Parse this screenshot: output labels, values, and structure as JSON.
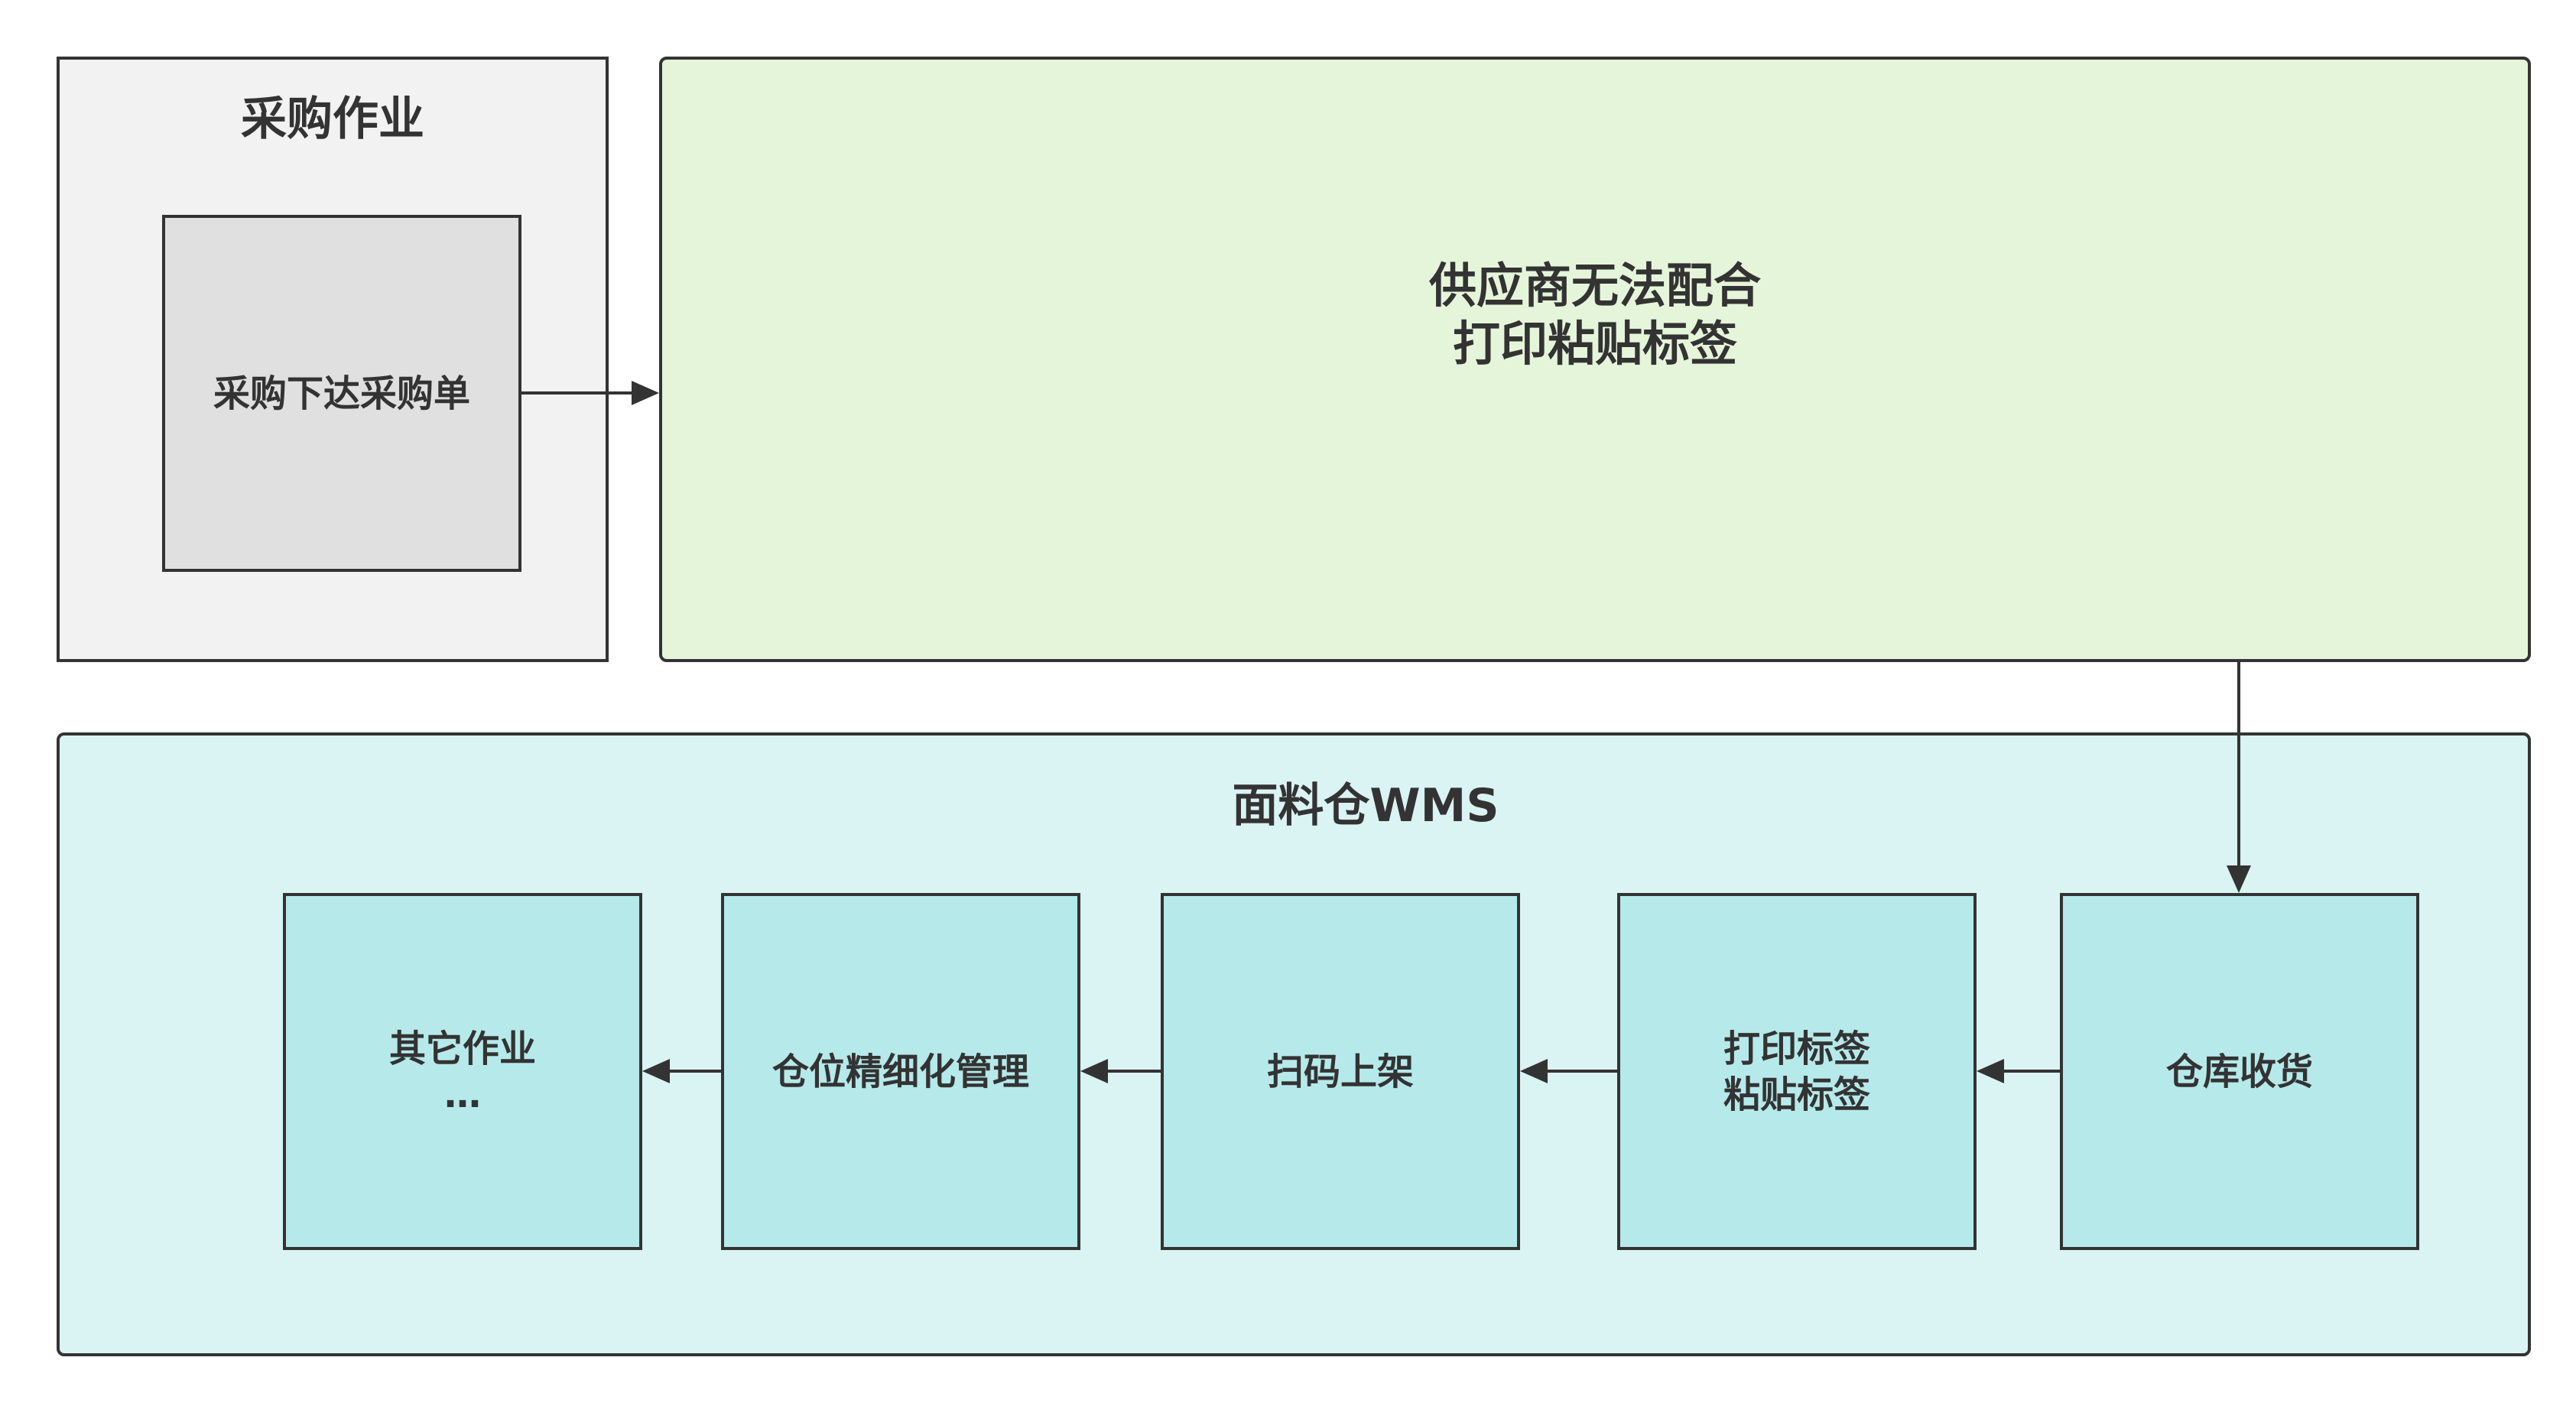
{
  "groups": {
    "purchasing": {
      "title": "采购作业"
    },
    "supplier": {
      "title": "供应商无法配合\n打印粘贴标签"
    },
    "wms": {
      "title": "面料仓WMS"
    }
  },
  "nodes": {
    "purchase_order": {
      "label": "采购下达采购单"
    },
    "receiving": {
      "label": "仓库收货"
    },
    "print_label": {
      "label": "打印标签\n粘贴标签"
    },
    "scan_shelve": {
      "label": "扫码上架"
    },
    "bin_management": {
      "label": "仓位精细化管理"
    },
    "other": {
      "label": "其它作业\n…"
    }
  },
  "edges": [
    {
      "from": "purchase_order",
      "to": "supplier"
    },
    {
      "from": "supplier",
      "to": "receiving"
    },
    {
      "from": "receiving",
      "to": "print_label"
    },
    {
      "from": "print_label",
      "to": "scan_shelve"
    },
    {
      "from": "scan_shelve",
      "to": "bin_management"
    },
    {
      "from": "bin_management",
      "to": "other"
    }
  ],
  "colors": {
    "purchasing_bg": "#f2f2f2",
    "purchase_node_bg": "#e0e0e0",
    "supplier_bg": "#e5f5da",
    "wms_bg": "#daf3f3",
    "wms_node_bg": "#b6e9ea",
    "stroke": "#333333"
  }
}
